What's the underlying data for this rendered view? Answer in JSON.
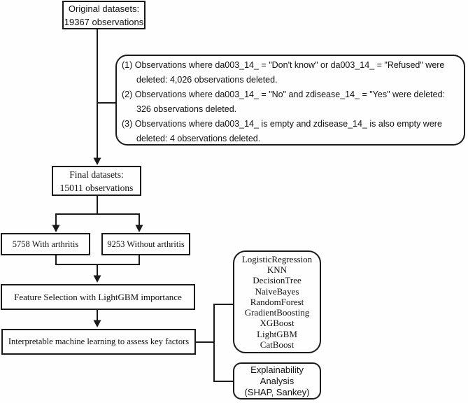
{
  "figure": {
    "type": "flowchart",
    "colors": {
      "line": "#1a1a1a",
      "background": "#fefefe",
      "box_border": "#1a1a1a",
      "text": "#111111"
    },
    "original": {
      "text": "Original datasets:\n19367 observations"
    },
    "criteria": {
      "items": [
        {
          "line1": "(1) Observations where da003_14_ = \"Don't know\" or da003_14_ = \"Refused\" were",
          "line2": "deleted: 4,026 observations deleted."
        },
        {
          "line1": "(2) Observations where da003_14_ = \"No\" and zdisease_14_ = \"Yes\" were deleted:",
          "line2": "326 observations deleted."
        },
        {
          "line1": "(3) Observations where da003_14_ is empty and zdisease_14_ is also empty were",
          "line2": "deleted: 4 observations deleted."
        }
      ]
    },
    "final": {
      "text": "Final datasets:\n15011 observations"
    },
    "with_arthritis": {
      "label": "5758 With arthritis"
    },
    "without_arthritis": {
      "label": "9253 Without arthritis"
    },
    "feature_selection": {
      "label": "Feature Selection with LightGBM importance"
    },
    "interpretable": {
      "label": "Interpretable machine learning to assess key factors"
    },
    "models": {
      "items": [
        "LogisticRegression",
        "KNN",
        "DecisionTree",
        "NaiveBayes",
        "RandomForest",
        "GradientBoosting",
        "XGBoost",
        "LightGBM",
        "CatBoost"
      ]
    },
    "explainability": {
      "text": "Explainability\nAnalysis\n(SHAP, Sankey)"
    }
  }
}
